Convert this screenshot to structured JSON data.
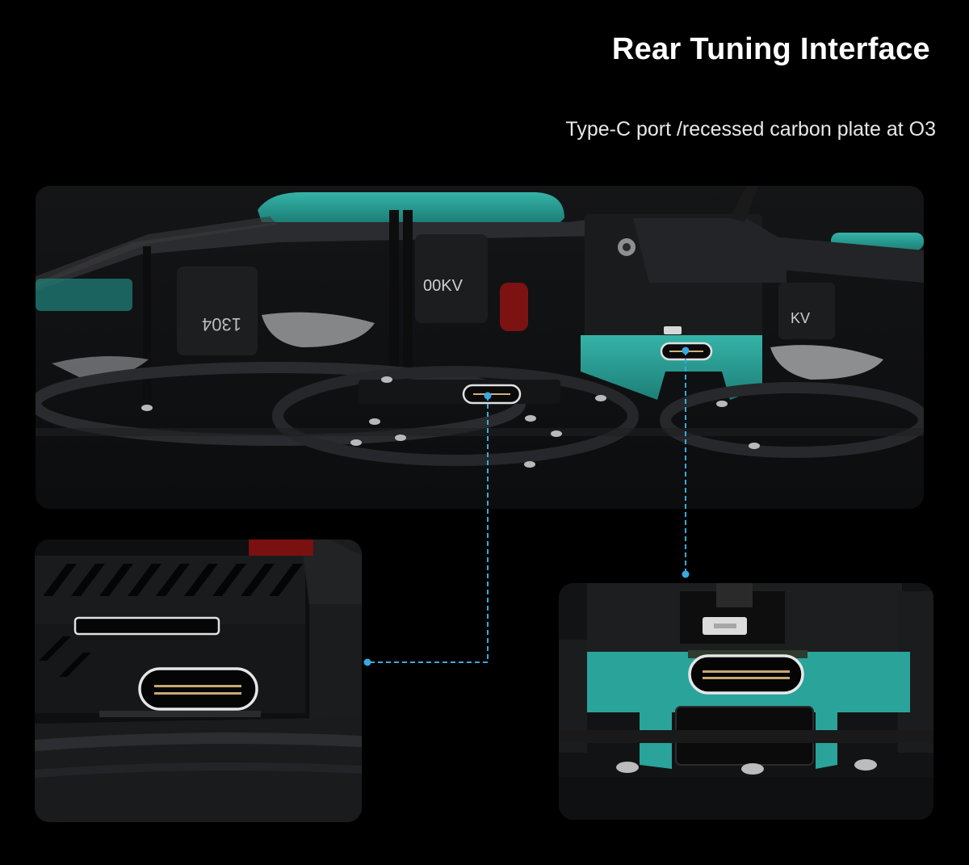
{
  "header": {
    "title": "Rear Tuning Interface",
    "subtitle": "Type-C port /recessed carbon plate at O3"
  },
  "colors": {
    "background": "#000000",
    "accent_teal": "#2aa39a",
    "callout_line": "#3aa8e0",
    "port_outline": "#e6e6e6"
  },
  "drone_markings": {
    "motor_left": "1304",
    "motor_mid": "00KV",
    "motor_right": "KV"
  },
  "icons": {
    "callout_dot": "dot",
    "usb_c_port": "usb-c-port-icon"
  }
}
